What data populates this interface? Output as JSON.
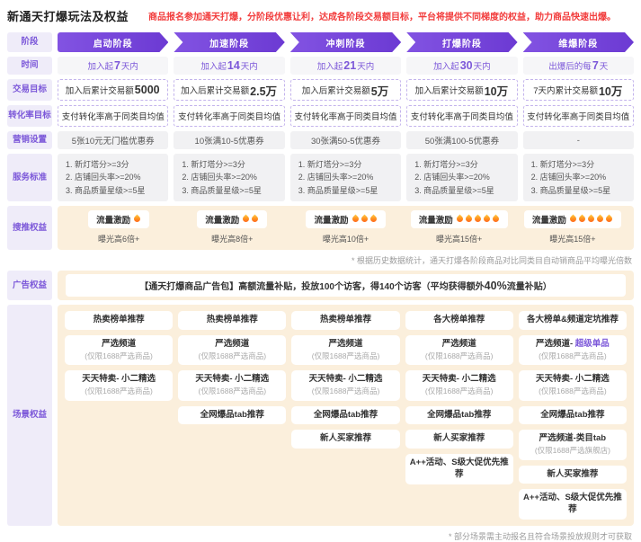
{
  "page": {
    "title": "新通天打爆玩法及权益",
    "notice": "商品报名参加通天打爆，分阶段优惠让利，达成各阶段交易额目标，平台将提供不同梯度的权益，助力商品快速出爆。"
  },
  "colors": {
    "accent_purple": "#7C58D9",
    "arrow_purple": "#7445D8",
    "label_bg": "#EFECF9",
    "peach_bg": "#FBEFDC",
    "notice_red": "#F23C3C",
    "flame_orange": "#FF8A1E"
  },
  "row_labels": {
    "stage": "阶段",
    "time": "时间",
    "deal_target": "交易目标",
    "conversion_target": "转化率目标",
    "marketing": "营销设置",
    "service": "服务标准",
    "promo": "搜推权益",
    "ad": "广告权益",
    "scene": "场景权益"
  },
  "stages": [
    "启动阶段",
    "加速阶段",
    "冲刺阶段",
    "打爆阶段",
    "维爆阶段"
  ],
  "time_cells": [
    {
      "pre": "加入起",
      "num": "7",
      "post": "天内"
    },
    {
      "pre": "加入起",
      "num": "14",
      "post": "天内"
    },
    {
      "pre": "加入起",
      "num": "21",
      "post": "天内"
    },
    {
      "pre": "加入起",
      "num": "30",
      "post": "天内"
    },
    {
      "pre": "出爆后的每",
      "num": "7",
      "post": "天"
    }
  ],
  "deal_cells": [
    {
      "pre": "加入后累计交易额",
      "num": "5000",
      "post": ""
    },
    {
      "pre": "加入后累计交易额",
      "num": "2.5万",
      "post": ""
    },
    {
      "pre": "加入后累计交易额",
      "num": "5万",
      "post": ""
    },
    {
      "pre": "加入后累计交易额",
      "num": "10万",
      "post": ""
    },
    {
      "pre": "7天内累计交易额",
      "num": "10万",
      "post": ""
    }
  ],
  "conversion_cells": [
    "支付转化率高于同类目均值",
    "支付转化率高于同类目均值",
    "支付转化率高于同类目均值",
    "支付转化率高于同类目均值",
    "支付转化率高于同类目均值"
  ],
  "marketing_cells": [
    "5张10元无门槛优惠券",
    "10张满10-5优惠券",
    "30张满50-5优惠券",
    "50张满100-5优惠券",
    "-"
  ],
  "service_lines": [
    "1. 新灯塔分>=3分",
    "2. 店铺回头率>=20%",
    "3. 商品质量星级>=5星"
  ],
  "promo_cells": [
    {
      "label": "流量激励",
      "flames": 1,
      "exposure": "曝光高6倍+"
    },
    {
      "label": "流量激励",
      "flames": 2,
      "exposure": "曝光高8倍+"
    },
    {
      "label": "流量激励",
      "flames": 3,
      "exposure": "曝光高10倍+"
    },
    {
      "label": "流量激励",
      "flames": 5,
      "exposure": "曝光高15倍+"
    },
    {
      "label": "流量激励",
      "flames": 5,
      "exposure": "曝光高15倍+"
    }
  ],
  "promo_footnote": "* 根据历史数据统计，通天打爆各阶段商品对比同类目自动销商品平均曝光倍数",
  "ad": {
    "pre": "【通天打爆商品广告包】高额流量补贴，投放100个访客，得140个访客（平均获得额外",
    "bold": "40%",
    "post": "流量补贴）"
  },
  "scene_cols": [
    [
      {
        "label": "热卖榜单推荐"
      },
      {
        "label": "严选频道",
        "sub": "(仅限1688严选商品)"
      },
      {
        "label": "天天特卖- 小二精选",
        "sub": "(仅限1688严选商品)"
      }
    ],
    [
      {
        "label": "热卖榜单推荐"
      },
      {
        "label": "严选频道",
        "sub": "(仅限1688严选商品)"
      },
      {
        "label": "天天特卖- 小二精选",
        "sub": "(仅限1688严选商品)"
      },
      {
        "label": "全网爆品tab推荐"
      }
    ],
    [
      {
        "label": "热卖榜单推荐"
      },
      {
        "label": "严选频道",
        "sub": "(仅限1688严选商品)"
      },
      {
        "label": "天天特卖- 小二精选",
        "sub": "(仅限1688严选商品)"
      },
      {
        "label": "全网爆品tab推荐"
      },
      {
        "label": "新人买家推荐"
      }
    ],
    [
      {
        "label": "各大榜单推荐"
      },
      {
        "label": "严选频道",
        "sub": "(仅限1688严选商品)"
      },
      {
        "label": "天天特卖- 小二精选",
        "sub": "(仅限1688严选商品)"
      },
      {
        "label": "全网爆品tab推荐"
      },
      {
        "label": "新人买家推荐"
      },
      {
        "label": "A++活动、S级大促优先推荐"
      }
    ],
    [
      {
        "label": "各大榜单&频道定坑推荐"
      },
      {
        "label": "严选频道- ",
        "label_accent": "超级单品",
        "sub": "(仅限1688严选商品)"
      },
      {
        "label": "天天特卖- 小二精选",
        "sub": "(仅限1688严选商品)"
      },
      {
        "label": "全网爆品tab推荐"
      },
      {
        "label": "严选频道-类目tab",
        "sub": "(仅限1688严选旗舰店)"
      },
      {
        "label": "新人买家推荐"
      },
      {
        "label": "A++活动、S级大促优先推荐"
      }
    ]
  ],
  "scene_footnote": "* 部分场景需主动报名且符合场景投放规则才可获取"
}
